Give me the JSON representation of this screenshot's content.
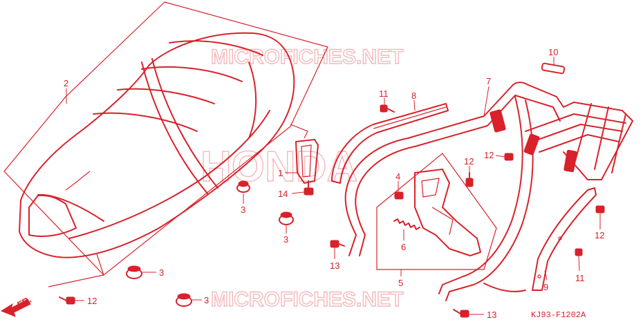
{
  "watermarks": {
    "top": "MICROFICHES.NET",
    "center": "HONDA",
    "bottom": "MICROFICHES.NET"
  },
  "diagram_code": "KJ93-F1202A",
  "front_arrow": "FR.",
  "callouts": {
    "seat": "2",
    "seat_catch": "1",
    "bolt_14": "14",
    "rubber_a": "3",
    "rubber_b": "3",
    "rubber_c": "3",
    "rubber_d": "3",
    "bolt_12_left": "12",
    "bracket_8": "8",
    "bolt_11_top": "11",
    "rail_7": "7",
    "grip_10": "10",
    "bolt_12_rack": "12",
    "bolt_12_mid": "12",
    "bolt_4": "4",
    "spring_6": "6",
    "lock_5": "5",
    "bolt_13_left": "13",
    "bolt_13_bottom": "13",
    "bolt_12_right": "12",
    "bolt_11_right": "11",
    "stay_9": "9"
  },
  "colors": {
    "ink": "#d8212a",
    "watermark": "#f4b8bb"
  }
}
